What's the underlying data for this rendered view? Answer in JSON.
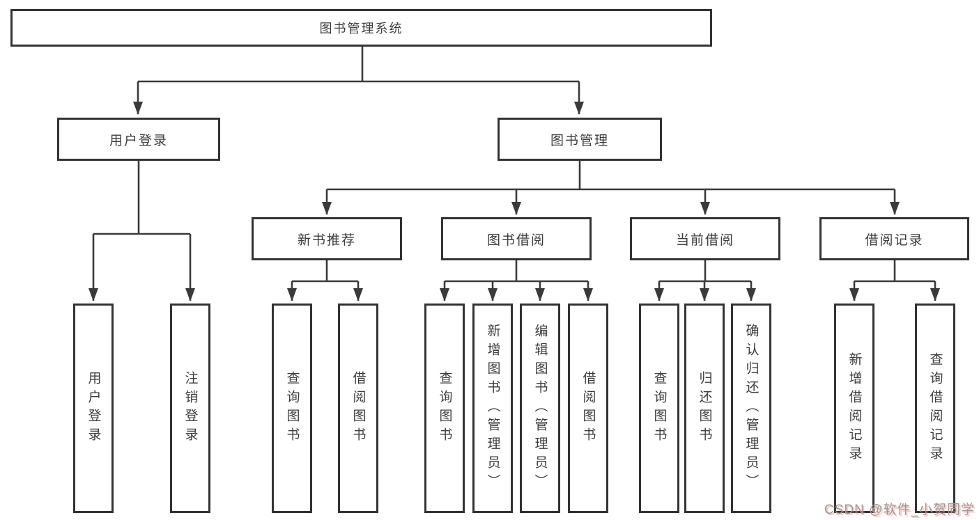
{
  "diagram_title": "图书管理系统",
  "tree": {
    "root": {
      "label": "图书管理系统"
    },
    "branches": [
      {
        "label": "用户登录",
        "leaves": [
          "用户登录",
          "注销登录"
        ]
      },
      {
        "label": "图书管理",
        "modules": [
          {
            "label": "新书推荐",
            "leaves": [
              "查询图书",
              "借阅图书"
            ]
          },
          {
            "label": "图书借阅",
            "leaves": [
              "查询图书",
              "新增图书（管理员）",
              "编辑图书（管理员）",
              "借阅图书"
            ]
          },
          {
            "label": "当前借阅",
            "leaves": [
              "查询图书",
              "归还图书",
              "确认归还（管理员）"
            ]
          },
          {
            "label": "借阅记录",
            "leaves": [
              "新增借阅记录",
              "查询借阅记录"
            ]
          }
        ]
      }
    ]
  },
  "watermark": {
    "text": "CSDN @软件_小贺同学"
  },
  "colors": {
    "background": "#ffffff",
    "line": "#3a3a3a",
    "box_border": "#333333",
    "text": "#3d3d3d",
    "watermark_gray": "#9a9a9a",
    "watermark_accent": "#fc5531"
  }
}
